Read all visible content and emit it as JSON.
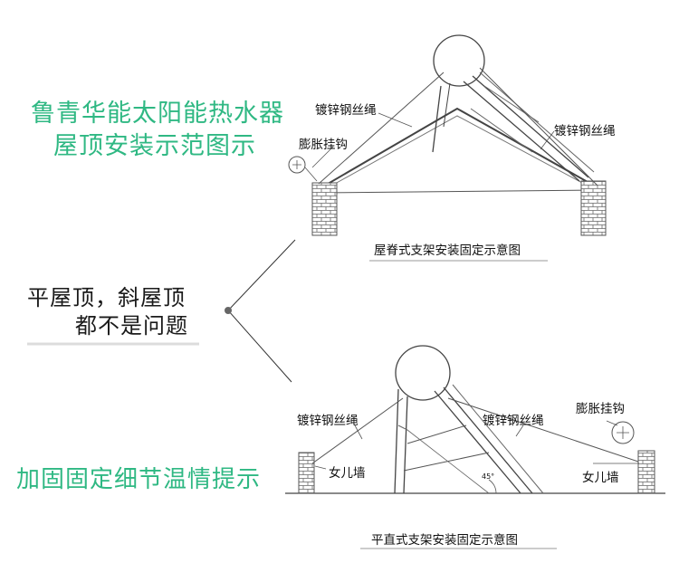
{
  "left_panel": {
    "title_line1": "鲁青华能太阳能热水器",
    "title_line2": "屋顶安装示范图示",
    "question_line1": "平屋顶，斜屋顶",
    "question_line2": "都不是问题",
    "tip": "加固固定细节温情提示"
  },
  "ridge_diagram": {
    "label_wire_left": "镀锌钢丝绳",
    "label_hook": "膨胀挂钩",
    "label_wire_right": "镀锌钢丝绳",
    "caption": "屋脊式支架安装固定示意图"
  },
  "flat_diagram": {
    "label_wire_left": "镀锌钢丝绳",
    "label_wire_mid": "镀锌钢丝绳",
    "label_hook": "膨胀挂钩",
    "label_parapet_left": "女儿墙",
    "label_parapet_right": "女儿墙",
    "angle_label": "45°",
    "caption": "平直式支架安装固定示意图"
  },
  "colors": {
    "accent_green": "#2fb883",
    "line": "#444444"
  }
}
